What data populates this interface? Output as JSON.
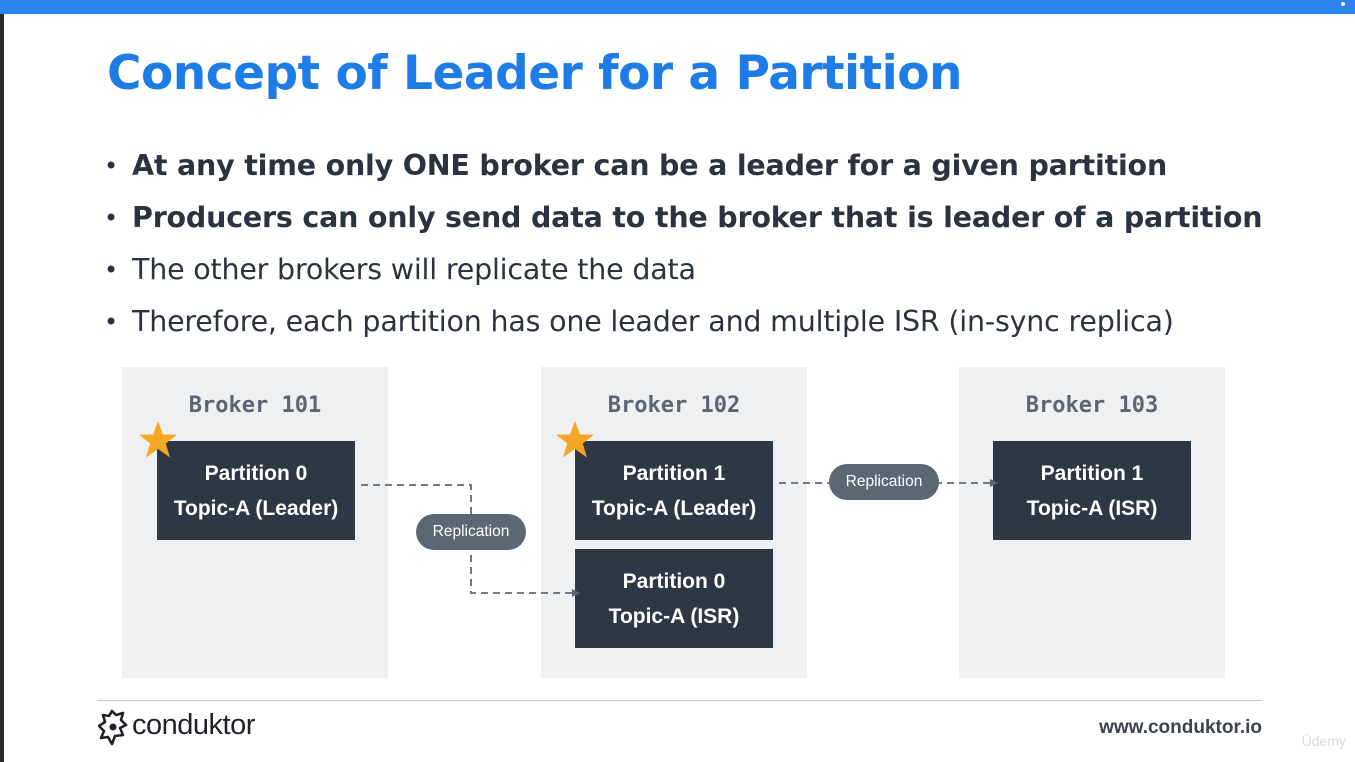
{
  "slide": {
    "title": "Concept of Leader for a Partition",
    "bullets": [
      {
        "text": "At any time only ONE broker can be a leader for a given partition",
        "bold": true
      },
      {
        "text": "Producers can only send data to the broker that is leader of a partition",
        "bold": true
      },
      {
        "text": "The other brokers will replicate the data",
        "bold": false
      },
      {
        "text": "Therefore, each partition has one leader and multiple ISR (in-sync replica)",
        "bold": false
      }
    ],
    "bullet_symbol": "•"
  },
  "diagram": {
    "brokers": [
      {
        "label": "Broker 101",
        "partitions": [
          {
            "line1": "Partition 0",
            "line2": "Topic-A (Leader)",
            "leader": true
          }
        ]
      },
      {
        "label": "Broker 102",
        "partitions": [
          {
            "line1": "Partition 1",
            "line2": "Topic-A (Leader)",
            "leader": true
          },
          {
            "line1": "Partition 0",
            "line2": "Topic-A (ISR)",
            "leader": false
          }
        ]
      },
      {
        "label": "Broker 103",
        "partitions": [
          {
            "line1": "Partition 1",
            "line2": "Topic-A (ISR)",
            "leader": false
          }
        ]
      }
    ],
    "replication_labels": [
      "Replication",
      "Replication"
    ],
    "leader_marker_icon": "star-icon",
    "colors": {
      "title": "#1d7ce6",
      "accent_bar": "#2b85ec",
      "broker_bg": "#eff0f1",
      "partition_bg": "#2f3744",
      "star": "#f5a623",
      "pill": "#5d6774",
      "connector": "#5d6774"
    }
  },
  "footer": {
    "logo_text": "conduktor",
    "logo_icon": "conduktor-logo-icon",
    "url": "www.conduktor.io",
    "watermark": "Ūdemy"
  }
}
